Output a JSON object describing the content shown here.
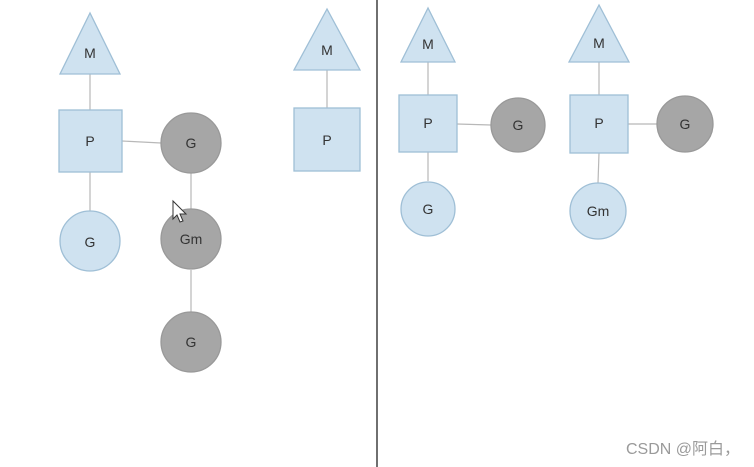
{
  "diagram": {
    "labels": {
      "m": "M",
      "p": "P",
      "g": "G",
      "gm": "Gm"
    },
    "colors": {
      "light_fill": "#cfe2f0",
      "dark_fill": "#a6a6a6",
      "divider": "#222222"
    }
  },
  "watermark": "CSDN @阿白，"
}
